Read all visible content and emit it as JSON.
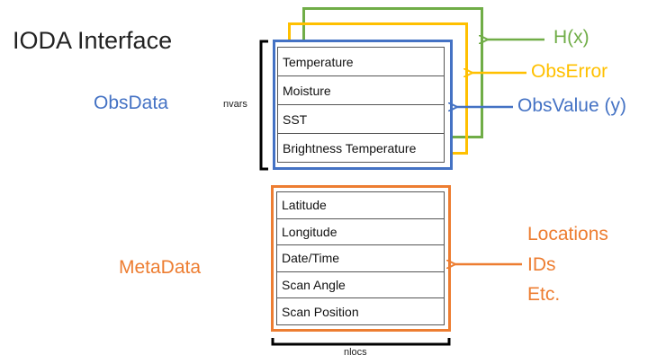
{
  "title": "IODA Interface",
  "obsdata": {
    "label": "ObsData",
    "dim_label": "nvars",
    "rows": [
      "Temperature",
      "Moisture",
      "SST",
      "Brightness Temperature"
    ]
  },
  "metadata": {
    "label": "MetaData",
    "dim_label": "nlocs",
    "rows": [
      "Latitude",
      "Longitude",
      "Date/Time",
      "Scan Angle",
      "Scan Position"
    ],
    "side_labels": [
      "Locations",
      "IDs",
      "Etc."
    ]
  },
  "layers": {
    "hx": "H(x)",
    "obserror": "ObsError",
    "obsvalue": "ObsValue (y)"
  },
  "colors": {
    "green": "#70AD47",
    "yellow": "#FFC000",
    "blue": "#4472C4",
    "orange": "#ED7D31"
  }
}
